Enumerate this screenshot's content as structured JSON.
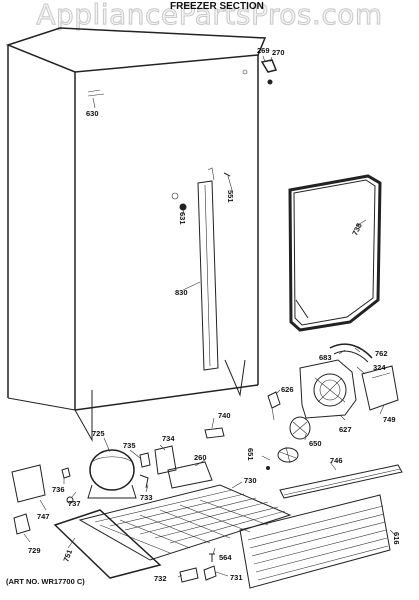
{
  "watermark": "AppliancePartsPros.com",
  "section_title": "FREEZER SECTION",
  "art_number": "(ART NO. WR17700 C)",
  "callouts": {
    "c269": "269",
    "c270": "270",
    "c630": "630",
    "c551": "551",
    "c631": "631",
    "c738": "738",
    "c830": "830",
    "c683": "683",
    "c762": "762",
    "c324": "324",
    "c626": "626",
    "c749": "749",
    "c627": "627",
    "c740": "740",
    "c725": "725",
    "c735": "735",
    "c734": "734",
    "c260": "260",
    "c650": "650",
    "c651": "651",
    "c746": "746",
    "c733": "733",
    "c730": "730",
    "c736": "736",
    "c737": "737",
    "c747": "747",
    "c729": "729",
    "c751": "751",
    "c616": "616",
    "c564": "564",
    "c732": "732",
    "c731": "731"
  }
}
